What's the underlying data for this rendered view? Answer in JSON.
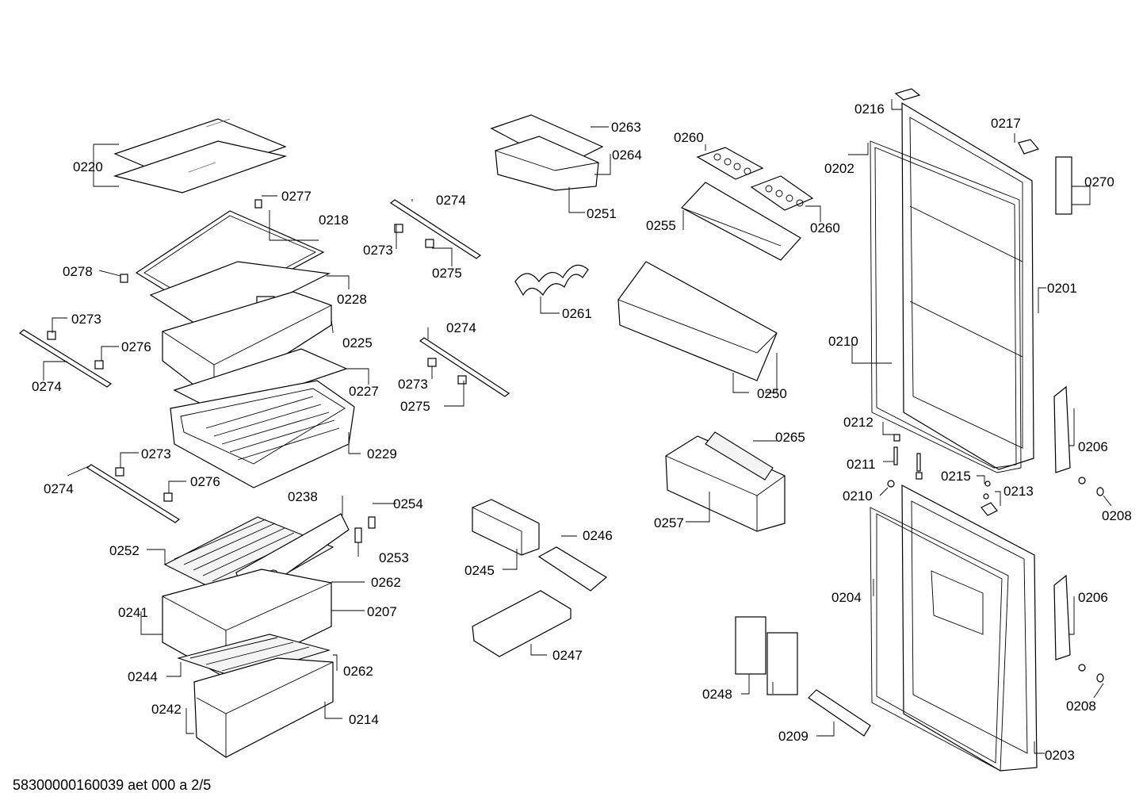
{
  "footer": {
    "document_id": "58300000160039 aet 000 a 2/5"
  },
  "callouts": {
    "c0220": "0220",
    "c0277": "0277",
    "c0218": "0218",
    "c0278": "0278",
    "c0228": "0228",
    "c0273a": "0273",
    "c0276a": "0276",
    "c0225": "0225",
    "c0274a": "0274",
    "c0227": "0227",
    "c0229": "0229",
    "c0273b": "0273",
    "c0274b": "0274",
    "c0276b": "0276",
    "c0274c": "0274",
    "c0273c": "0273",
    "c0275a": "0275",
    "c0274d": "0274",
    "c0273d": "0273",
    "c0275b": "0275",
    "c0263": "0263",
    "c0264": "0264",
    "c0251": "0251",
    "c0261": "0261",
    "c0260a": "0260",
    "c0255": "0255",
    "c0260b": "0260",
    "c0250": "0250",
    "c0265": "0265",
    "c0257": "0257",
    "c0238": "0238",
    "c0254": "0254",
    "c0253": "0253",
    "c0252": "0252",
    "c0262a": "0262",
    "c0207": "0207",
    "c0241": "0241",
    "c0244": "0244",
    "c0262b": "0262",
    "c0242": "0242",
    "c0214": "0214",
    "c0245": "0245",
    "c0246": "0246",
    "c0247": "0247",
    "c0248": "0248",
    "c0209": "0209",
    "c0216": "0216",
    "c0217": "0217",
    "c0202": "0202",
    "c0270": "0270",
    "c0201": "0201",
    "c0210a": "0210",
    "c0212": "0212",
    "c0211": "0211",
    "c0215": "0215",
    "c0206a": "0206",
    "c0210b": "0210",
    "c0213": "0213",
    "c0208a": "0208",
    "c0204": "0204",
    "c0206b": "0206",
    "c0208b": "0208",
    "c0203": "0203"
  }
}
